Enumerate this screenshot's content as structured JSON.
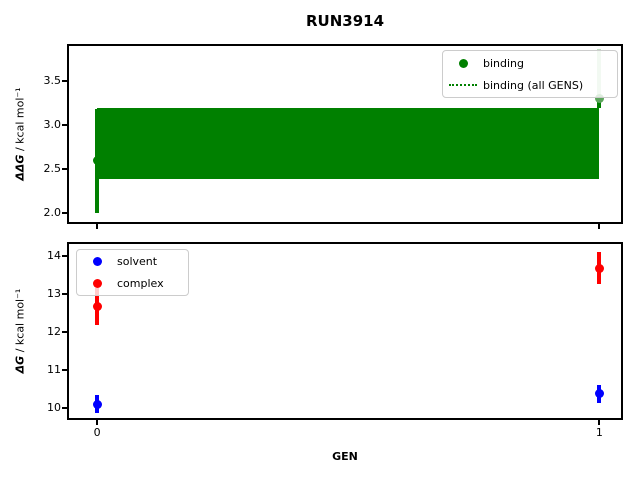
{
  "title": "RUN3914",
  "xlabel": "GEN",
  "top_axes": {
    "ylabel_symbol": "ΔΔG",
    "ylabel_units": " / kcal mol⁻¹",
    "legend": {
      "items": [
        {
          "label": "binding",
          "glyph": "dot"
        },
        {
          "label": "binding (all GENS)",
          "glyph": "dotted-line"
        }
      ]
    }
  },
  "bottom_axes": {
    "ylabel_symbol": "ΔG",
    "ylabel_units": " / kcal mol⁻¹",
    "legend": {
      "items": [
        {
          "label": "solvent",
          "glyph": "dot"
        },
        {
          "label": "complex",
          "glyph": "dot"
        }
      ]
    }
  },
  "colors": {
    "binding": "#008000",
    "binding_faded": "#bfdfbf",
    "binding_mid": "#5da55d",
    "solvent": "#0000ff",
    "complex": "#ff0000",
    "legend_border": "#cccccc",
    "axes": "#000000",
    "background": "#ffffff"
  },
  "chart_data": [
    {
      "type": "scatter",
      "title": "RUN3914",
      "xlabel": "GEN",
      "ylabel": "ΔΔG / kcal mol⁻¹",
      "xlim": [
        -0.058,
        1.047
      ],
      "ylim": [
        1.87,
        3.91
      ],
      "xticks": [
        0,
        1
      ],
      "xtick_labels": [
        "0",
        "1"
      ],
      "yticks": [
        2.0,
        2.5,
        3.0,
        3.5
      ],
      "ytick_labels": [
        "2.0",
        "2.5",
        "3.0",
        "3.5"
      ],
      "grid": false,
      "legend_position": "upper right",
      "series": [
        {
          "name": "binding",
          "marker": "circle",
          "color": "#008000",
          "x": [
            0,
            1
          ],
          "y": [
            2.59,
            3.3
          ],
          "yerr": [
            0.59,
            0.57
          ],
          "faded": [
            false,
            true
          ]
        },
        {
          "name": "binding (all GENS)",
          "style": "dotted-mean-with-band",
          "color": "#008000",
          "mean": 2.79,
          "band_low": 2.38,
          "band_high": 3.19,
          "x_range": [
            0,
            1
          ]
        }
      ]
    },
    {
      "type": "scatter",
      "title": "",
      "xlabel": "GEN",
      "ylabel": "ΔG / kcal mol⁻¹",
      "xlim": [
        -0.058,
        1.047
      ],
      "ylim": [
        9.68,
        14.35
      ],
      "xticks": [
        0,
        1
      ],
      "xtick_labels": [
        "0",
        "1"
      ],
      "yticks": [
        10,
        11,
        12,
        13,
        14
      ],
      "ytick_labels": [
        "10",
        "11",
        "12",
        "13",
        "14"
      ],
      "grid": false,
      "legend_position": "upper left",
      "series": [
        {
          "name": "solvent",
          "marker": "circle",
          "color": "#0000ff",
          "x": [
            0,
            1
          ],
          "y": [
            10.1,
            10.37
          ],
          "yerr": [
            0.23,
            0.24
          ],
          "faded": [
            false,
            false
          ]
        },
        {
          "name": "complex",
          "marker": "circle",
          "color": "#ff0000",
          "x": [
            0,
            1
          ],
          "y": [
            12.67,
            13.68
          ],
          "yerr": [
            0.49,
            0.42
          ],
          "faded": [
            false,
            false
          ]
        }
      ]
    }
  ]
}
